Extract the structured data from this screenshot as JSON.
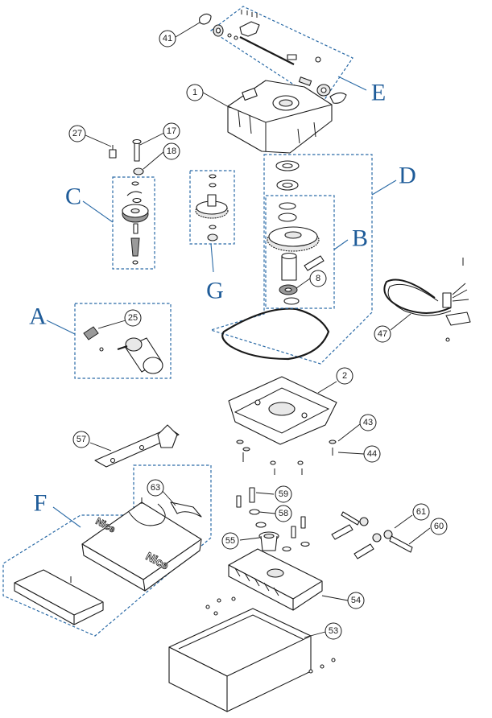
{
  "callouts": [
    {
      "id": "c1",
      "label": "1"
    },
    {
      "id": "c2",
      "label": "2"
    },
    {
      "id": "c8",
      "label": "8"
    },
    {
      "id": "c17",
      "label": "17"
    },
    {
      "id": "c18",
      "label": "18"
    },
    {
      "id": "c25",
      "label": "25"
    },
    {
      "id": "c27",
      "label": "27"
    },
    {
      "id": "c41",
      "label": "41"
    },
    {
      "id": "c43",
      "label": "43"
    },
    {
      "id": "c44",
      "label": "44"
    },
    {
      "id": "c47",
      "label": "47"
    },
    {
      "id": "c53",
      "label": "53"
    },
    {
      "id": "c54",
      "label": "54"
    },
    {
      "id": "c55",
      "label": "55"
    },
    {
      "id": "c57",
      "label": "57"
    },
    {
      "id": "c58",
      "label": "58"
    },
    {
      "id": "c59",
      "label": "59"
    },
    {
      "id": "c60",
      "label": "60"
    },
    {
      "id": "c61",
      "label": "61"
    },
    {
      "id": "c63",
      "label": "63"
    }
  ],
  "groups": {
    "A": "A",
    "B": "B",
    "C": "C",
    "D": "D",
    "E": "E",
    "F": "F",
    "G": "G"
  },
  "cover_logo": "Nice",
  "colors": {
    "group_letter": "#1f5c99",
    "group_box": "#2a6aa6",
    "line": "#1a1a1a"
  }
}
